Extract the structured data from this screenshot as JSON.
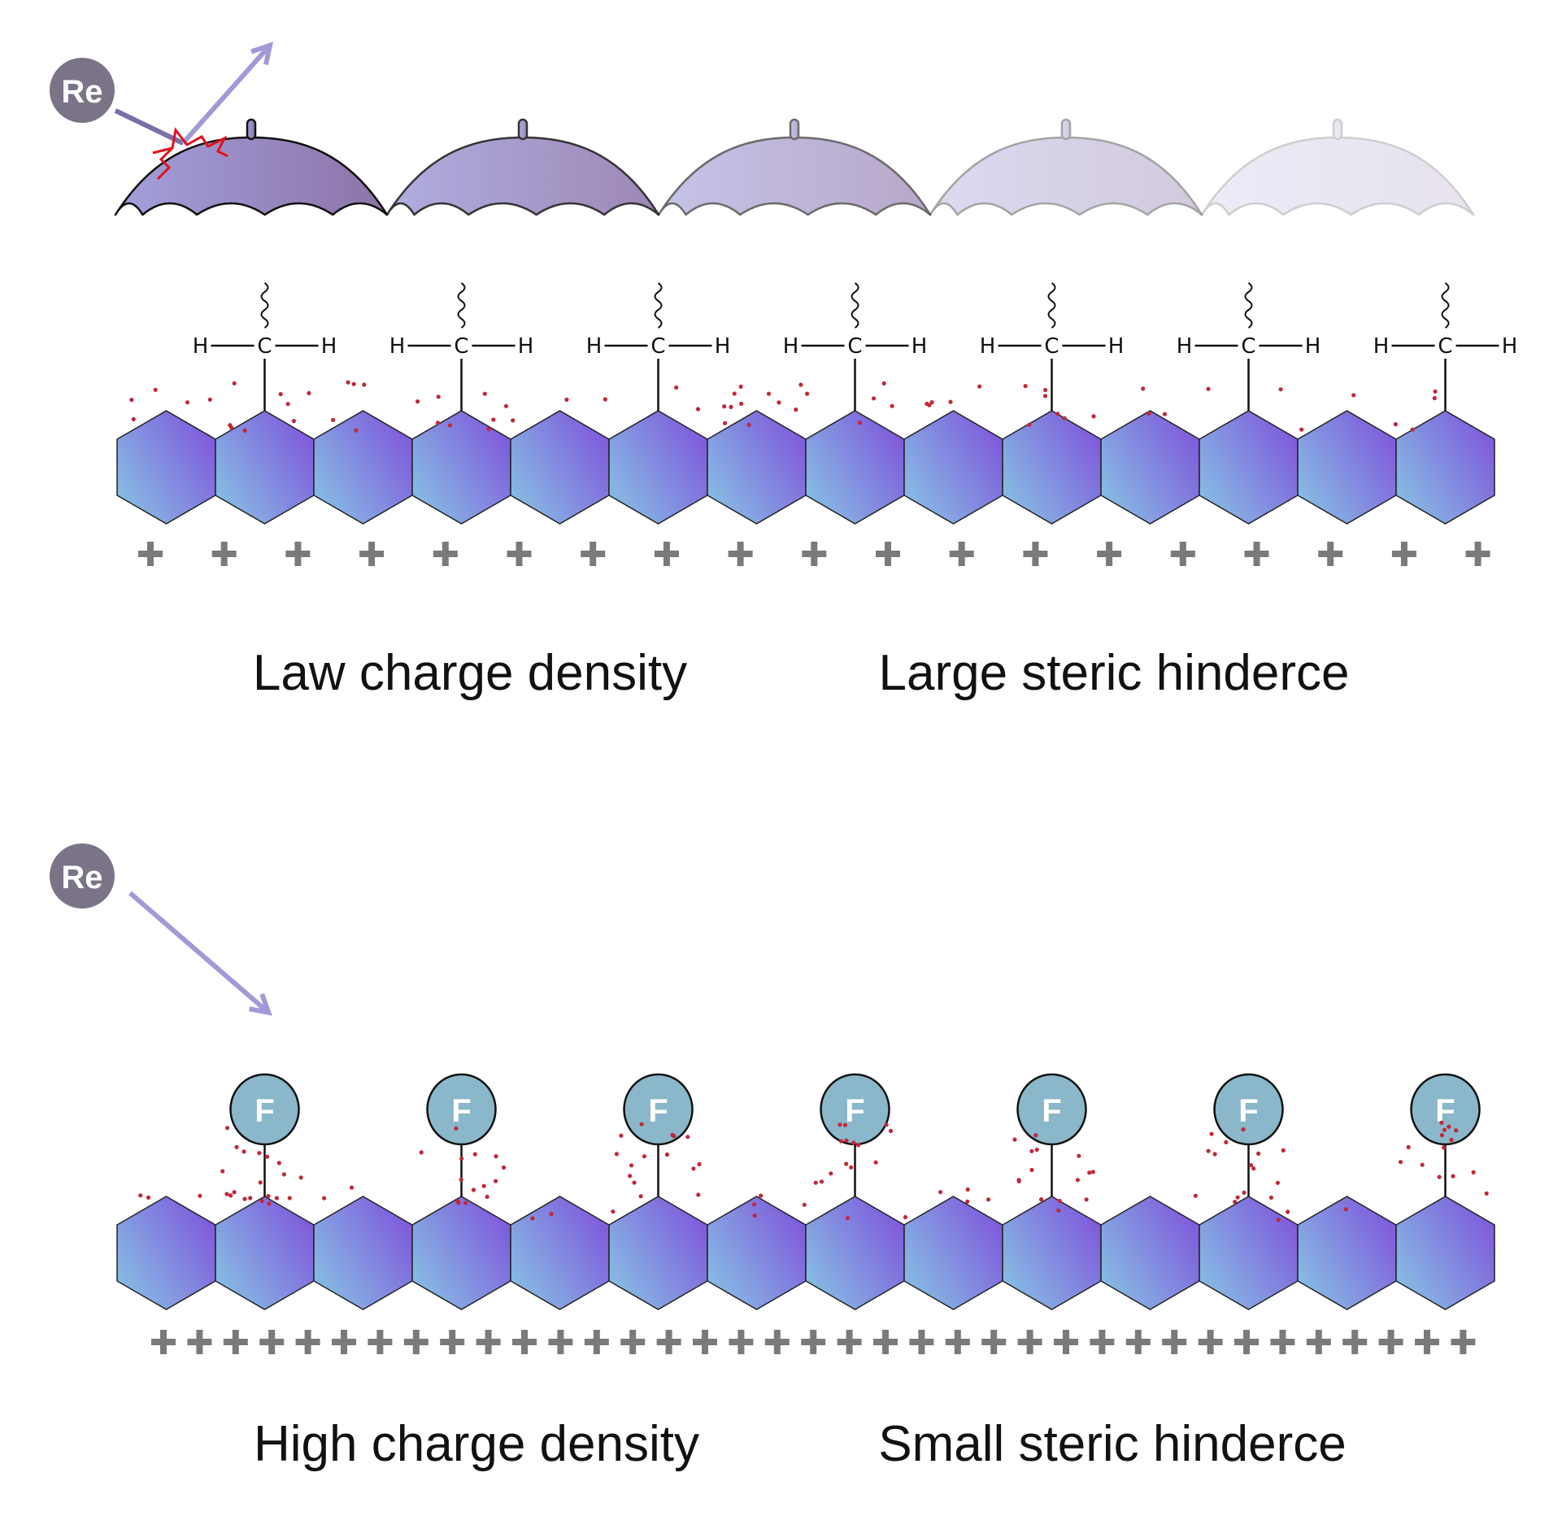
{
  "top_panel": {
    "ion_label": "Re",
    "atoms": {
      "hydrogen": "H",
      "carbon": "C"
    },
    "label_left": "Law charge density",
    "label_right": "Large steric hinderce",
    "umbrella_count": 5,
    "hexagon_count": 14,
    "substituent_count": 7,
    "plus_count": 19
  },
  "bottom_panel": {
    "ion_label": "Re",
    "atoms": {
      "fluorine": "F"
    },
    "label_left": "High charge density",
    "label_right": "Small steric hinderce",
    "hexagon_count": 14,
    "substituent_count": 7,
    "plus_count": 37
  },
  "colors": {
    "ion": "#7b7488",
    "arrow": "#a29ad6",
    "umbrella_light": "#a3a0dc",
    "umbrella_dark": "#8d73a8",
    "hex_light": "#88c8e4",
    "hex_dark": "#7f5cdc",
    "fluorine": "#8ab7c9",
    "plus": "#7a7a7a",
    "dots": "#c0283a",
    "impact": "#e0101a"
  }
}
